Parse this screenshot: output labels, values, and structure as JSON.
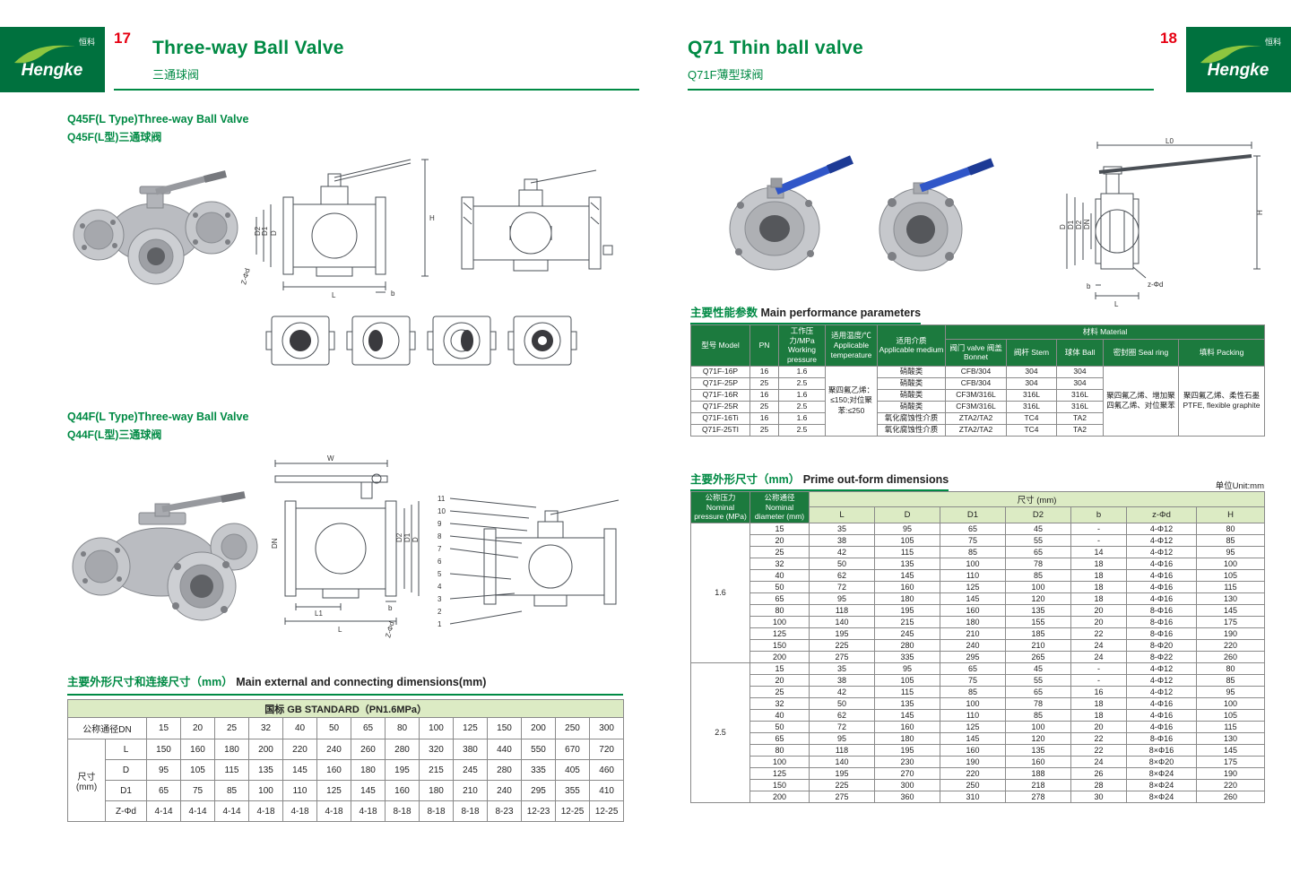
{
  "brand": {
    "name": "Hengke",
    "name_zh": "恒科",
    "green": "#00713E",
    "red": "#E60012"
  },
  "page_left": {
    "page_number": "17",
    "title_en": "Three-way Ball Valve",
    "title_zh": "三通球阀",
    "sections": [
      {
        "title_en": "Q45F(L Type)Three-way Ball Valve",
        "title_zh": "Q45F(L型)三通球阀"
      },
      {
        "title_en": "Q44F(L Type)Three-way Ball Valve",
        "title_zh": "Q44F(L型)三通球阀"
      }
    ],
    "drawing_labels_q45f": [
      "H",
      "D",
      "D1",
      "D2",
      "Z-Φd",
      "L",
      "b"
    ],
    "drawing_labels_q44f": [
      "W",
      "DN",
      "D2",
      "D1",
      "D",
      "L1",
      "L",
      "b",
      "Z-Φd"
    ],
    "part_numbers": [
      "11",
      "10",
      "9",
      "8",
      "7",
      "6",
      "5",
      "4",
      "3",
      "2",
      "1"
    ],
    "dimension_table": {
      "title_zh": "主要外形尺寸和连接尺寸（mm）",
      "title_en": "Main external and connecting dimensions(mm)",
      "standard_header": "国标 GB STANDARD（PN1.6MPa）",
      "dn_label": "公称通径DN",
      "size_label": "尺寸(mm)",
      "dn_values": [
        "15",
        "20",
        "25",
        "32",
        "40",
        "50",
        "65",
        "80",
        "100",
        "125",
        "150",
        "200",
        "250",
        "300"
      ],
      "rows": [
        {
          "label": "L",
          "values": [
            "150",
            "160",
            "180",
            "200",
            "220",
            "240",
            "260",
            "280",
            "320",
            "380",
            "440",
            "550",
            "670",
            "720"
          ]
        },
        {
          "label": "D",
          "values": [
            "95",
            "105",
            "115",
            "135",
            "145",
            "160",
            "180",
            "195",
            "215",
            "245",
            "280",
            "335",
            "405",
            "460"
          ]
        },
        {
          "label": "D1",
          "values": [
            "65",
            "75",
            "85",
            "100",
            "110",
            "125",
            "145",
            "160",
            "180",
            "210",
            "240",
            "295",
            "355",
            "410"
          ]
        },
        {
          "label": "Z-Φd",
          "values": [
            "4-14",
            "4-14",
            "4-14",
            "4-18",
            "4-18",
            "4-18",
            "4-18",
            "8-18",
            "8-18",
            "8-18",
            "8-23",
            "12-23",
            "12-25",
            "12-25"
          ]
        }
      ]
    }
  },
  "page_right": {
    "page_number": "18",
    "title_en": "Q71 Thin ball valve",
    "title_zh": "Q71F薄型球阀",
    "drawing_labels": [
      "L0",
      "H",
      "D",
      "D1",
      "D2",
      "DN",
      "z-Φd",
      "b",
      "L"
    ],
    "performance_table": {
      "title_zh": "主要性能参数",
      "title_en": "Main performance parameters",
      "headers": {
        "model": "型号 Model",
        "pn": "PN",
        "working_pressure": "工作压力/MPa Working pressure",
        "temperature": "适用温度/℃ Applicable temperature",
        "medium": "适用介质 Applicable medium",
        "material": "材料 Material",
        "bonnet": "阀门 valve 阀盖 Bonnet",
        "stem": "阀杆 Stem",
        "ball": "球体 Ball",
        "seal_ring": "密封圈 Seal ring",
        "packing": "填料 Packing"
      },
      "temperature_value": "聚四氟乙烯：≤150;对位聚苯:≤250",
      "seal_ring_value": "聚四氟乙烯、增加聚四氟乙烯、对位聚苯",
      "packing_value": "聚四氟乙烯、柔性石墨 PTFE, flexible graphite",
      "rows": [
        {
          "model": "Q71F-16P",
          "pn": "16",
          "wp": "1.6",
          "medium": "硝酸类",
          "bonnet": "CFB/304",
          "stem": "304",
          "ball": "304"
        },
        {
          "model": "Q71F-25P",
          "pn": "25",
          "wp": "2.5",
          "medium": "硝酸类",
          "bonnet": "CFB/304",
          "stem": "304",
          "ball": "304"
        },
        {
          "model": "Q71F-16R",
          "pn": "16",
          "wp": "1.6",
          "medium": "硝酸类",
          "bonnet": "CF3M/316L",
          "stem": "316L",
          "ball": "316L"
        },
        {
          "model": "Q71F-25R",
          "pn": "25",
          "wp": "2.5",
          "medium": "硝酸类",
          "bonnet": "CF3M/316L",
          "stem": "316L",
          "ball": "316L"
        },
        {
          "model": "Q71F-16Ti",
          "pn": "16",
          "wp": "1.6",
          "medium": "氧化腐蚀性介质",
          "bonnet": "ZTA2/TA2",
          "stem": "TC4",
          "ball": "TA2"
        },
        {
          "model": "Q71F-25TI",
          "pn": "25",
          "wp": "2.5",
          "medium": "氧化腐蚀性介质",
          "bonnet": "ZTA2/TA2",
          "stem": "TC4",
          "ball": "TA2"
        }
      ]
    },
    "outline_table": {
      "title_zh": "主要外形尺寸（mm）",
      "title_en": "Prime out-form dimensions",
      "unit_note": "单位Unit:mm",
      "headers": {
        "pressure": "公称压力 Nominal pressure (MPa)",
        "diameter": "公称通径 Nominal diameter (mm)",
        "size": "尺寸 (mm)",
        "cols": [
          "L",
          "D",
          "D1",
          "D2",
          "b",
          "z-Φd",
          "H"
        ]
      },
      "groups": [
        {
          "pressure": "1.6",
          "rows": [
            [
              "15",
              "35",
              "95",
              "65",
              "45",
              "-",
              "4-Φ12",
              "80"
            ],
            [
              "20",
              "38",
              "105",
              "75",
              "55",
              "-",
              "4-Φ12",
              "85"
            ],
            [
              "25",
              "42",
              "115",
              "85",
              "65",
              "14",
              "4-Φ12",
              "95"
            ],
            [
              "32",
              "50",
              "135",
              "100",
              "78",
              "18",
              "4-Φ16",
              "100"
            ],
            [
              "40",
              "62",
              "145",
              "110",
              "85",
              "18",
              "4-Φ16",
              "105"
            ],
            [
              "50",
              "72",
              "160",
              "125",
              "100",
              "18",
              "4-Φ16",
              "115"
            ],
            [
              "65",
              "95",
              "180",
              "145",
              "120",
              "18",
              "4-Φ16",
              "130"
            ],
            [
              "80",
              "118",
              "195",
              "160",
              "135",
              "20",
              "8-Φ16",
              "145"
            ],
            [
              "100",
              "140",
              "215",
              "180",
              "155",
              "20",
              "8-Φ16",
              "175"
            ],
            [
              "125",
              "195",
              "245",
              "210",
              "185",
              "22",
              "8-Φ16",
              "190"
            ],
            [
              "150",
              "225",
              "280",
              "240",
              "210",
              "24",
              "8-Φ20",
              "220"
            ],
            [
              "200",
              "275",
              "335",
              "295",
              "265",
              "24",
              "8-Φ22",
              "260"
            ]
          ]
        },
        {
          "pressure": "2.5",
          "rows": [
            [
              "15",
              "35",
              "95",
              "65",
              "45",
              "-",
              "4-Φ12",
              "80"
            ],
            [
              "20",
              "38",
              "105",
              "75",
              "55",
              "-",
              "4-Φ12",
              "85"
            ],
            [
              "25",
              "42",
              "115",
              "85",
              "65",
              "16",
              "4-Φ12",
              "95"
            ],
            [
              "32",
              "50",
              "135",
              "100",
              "78",
              "18",
              "4-Φ16",
              "100"
            ],
            [
              "40",
              "62",
              "145",
              "110",
              "85",
              "18",
              "4-Φ16",
              "105"
            ],
            [
              "50",
              "72",
              "160",
              "125",
              "100",
              "20",
              "4-Φ16",
              "115"
            ],
            [
              "65",
              "95",
              "180",
              "145",
              "120",
              "22",
              "8-Φ16",
              "130"
            ],
            [
              "80",
              "118",
              "195",
              "160",
              "135",
              "22",
              "8×Φ16",
              "145"
            ],
            [
              "100",
              "140",
              "230",
              "190",
              "160",
              "24",
              "8×Φ20",
              "175"
            ],
            [
              "125",
              "195",
              "270",
              "220",
              "188",
              "26",
              "8×Φ24",
              "190"
            ],
            [
              "150",
              "225",
              "300",
              "250",
              "218",
              "28",
              "8×Φ24",
              "220"
            ],
            [
              "200",
              "275",
              "360",
              "310",
              "278",
              "30",
              "8×Φ24",
              "260"
            ]
          ]
        }
      ]
    }
  }
}
